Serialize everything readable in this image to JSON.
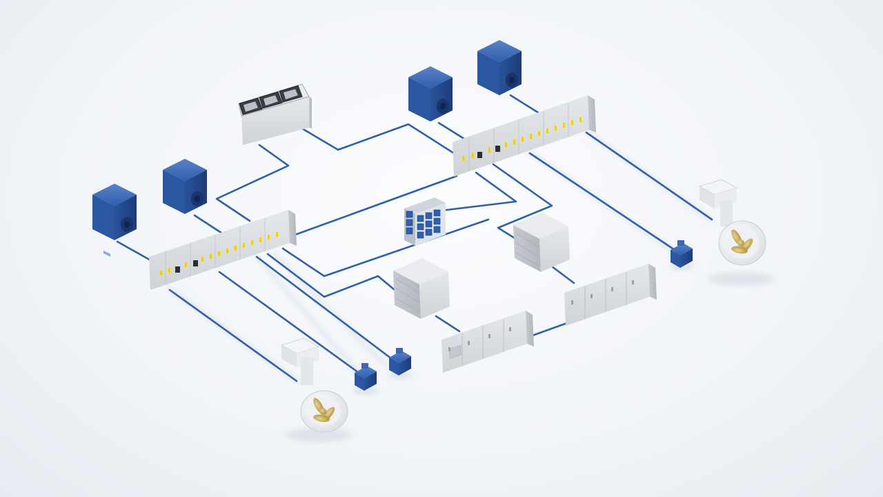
{
  "colors": {
    "background": "#f1f4f8",
    "cable": "#2f5fa8",
    "cable_shadow": "#9fb3d2",
    "motor_blue": "#2f5fae",
    "motor_blue_dark": "#1f3f7e",
    "cabinet_grey": "#dcdfe3",
    "cabinet_grey_dark": "#b8bdc4",
    "indicator_yellow": "#e6d21a",
    "propeller_gold": "#c9ad5a",
    "pod_white": "#f7f8fa"
  },
  "components": [
    {
      "name": "generator-1",
      "kind": "generator"
    },
    {
      "name": "generator-2",
      "kind": "generator"
    },
    {
      "name": "generator-3",
      "kind": "generator"
    },
    {
      "name": "generator-4",
      "kind": "generator"
    },
    {
      "name": "main-switchboard-port",
      "kind": "switchboard"
    },
    {
      "name": "main-switchboard-starboard",
      "kind": "switchboard"
    },
    {
      "name": "control-console",
      "kind": "console"
    },
    {
      "name": "battery-rack",
      "kind": "battery"
    },
    {
      "name": "transformer-1",
      "kind": "transformer"
    },
    {
      "name": "transformer-2",
      "kind": "transformer"
    },
    {
      "name": "drive-cabinet-1",
      "kind": "drive"
    },
    {
      "name": "drive-cabinet-2",
      "kind": "drive"
    },
    {
      "name": "thruster-motor-1",
      "kind": "small-motor"
    },
    {
      "name": "thruster-motor-2",
      "kind": "small-motor"
    },
    {
      "name": "thruster-motor-3",
      "kind": "small-motor"
    },
    {
      "name": "azimuth-pod-port",
      "kind": "propulsion-pod"
    },
    {
      "name": "azimuth-pod-starboard",
      "kind": "propulsion-pod"
    }
  ]
}
